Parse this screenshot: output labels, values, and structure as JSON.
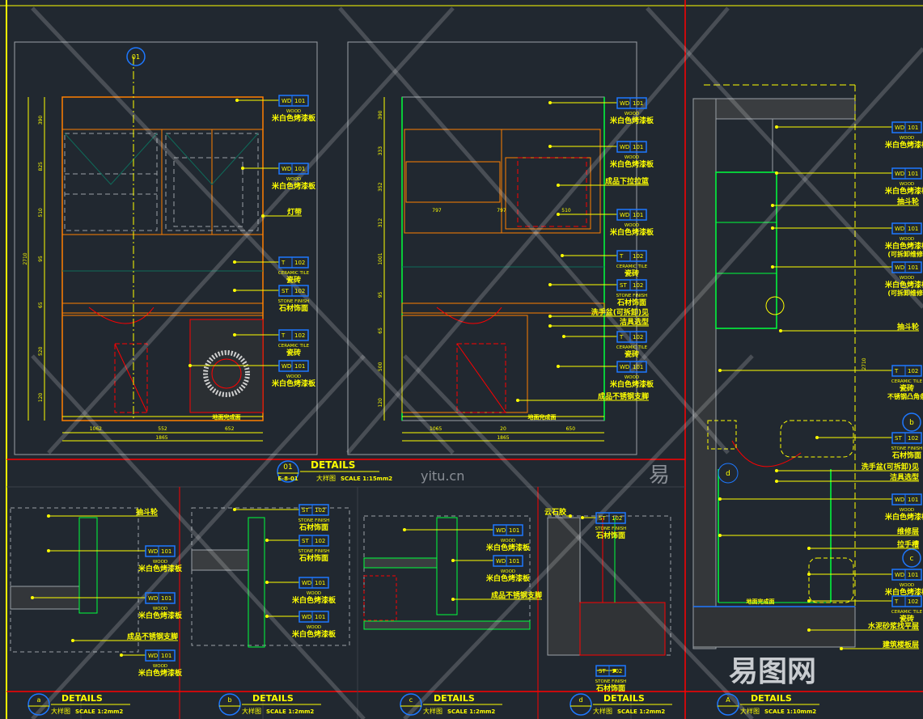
{
  "drawing": {
    "main_title": {
      "number": "01",
      "sheet": "E-8-01",
      "title": "DETAILS",
      "subtitle": "大样图",
      "scale": "SCALE 1:15mm2"
    },
    "details": [
      {
        "id": "a",
        "title": "DETAILS",
        "subtitle": "大样图",
        "scale": "SCALE 1:2mm2"
      },
      {
        "id": "b",
        "title": "DETAILS",
        "subtitle": "大样图",
        "scale": "SCALE 1:2mm2"
      },
      {
        "id": "c",
        "title": "DETAILS",
        "subtitle": "大样图",
        "scale": "SCALE 1:2mm2"
      },
      {
        "id": "d",
        "title": "DETAILS",
        "subtitle": "大样图",
        "scale": "SCALE 1:2mm2"
      },
      {
        "id": "A",
        "title": "DETAILS",
        "subtitle": "大样图",
        "scale": "SCALE 1:10mm2"
      }
    ],
    "materials": {
      "wood": {
        "code": "WD",
        "num": "101",
        "en": "WOOD",
        "cn": "米白色烤漆板"
      },
      "tile": {
        "code": "T",
        "num": "102",
        "en": "CERAMIC TILE",
        "cn": "瓷砖"
      },
      "stone": {
        "code": "ST",
        "num": "102",
        "en": "STONE FINISH",
        "cn": "石材饰面"
      }
    },
    "notes": {
      "light": "灯带",
      "basket": "成品下拉拉篮",
      "basin": "洗手盆(可拆卸)见",
      "basin2": "洁具选型",
      "leg": "成品不锈钢支脚",
      "handle": "拉手槽",
      "hinge": "抽斗轮",
      "removable": "(可拆卸维修)",
      "trim": "不锈钢凸角条",
      "board": "维修层",
      "screed": "水泥砂浆找平层",
      "slab": "建筑楼板层",
      "glue": "云石胶",
      "floor": "地面完成面",
      "edge": "成品不锈钢支脚",
      "bottom_cn": "米白色烤漆板"
    },
    "dims": {
      "e1_left": [
        "390",
        "825",
        "510",
        "95",
        "65",
        "520",
        "120"
      ],
      "e1_bottom": [
        "1062",
        "552",
        "652",
        "1865"
      ],
      "e1_height": "2710",
      "e2_left": [
        "390",
        "333",
        "352",
        "312",
        "1001",
        "95",
        "65",
        "500",
        "120"
      ],
      "e2_bottom": [
        "1065",
        "20",
        "650",
        "1865"
      ],
      "e2_inner": [
        "797",
        "797",
        "510"
      ],
      "a_height": "2710",
      "floor_label": "地面完成面"
    },
    "callout_levels": {
      "c1": "01",
      "sec_b": "b",
      "sec_c": "c",
      "sec_d": "d"
    },
    "watermark": {
      "glyph": "易",
      "site": "yitu.cn",
      "logo": "易图网"
    },
    "colors": {
      "bg": "#212830",
      "yellow": "#ffff00",
      "red": "#ff0000",
      "orange": "#ff7f00",
      "green": "#00ff3c",
      "blue": "#1e78ff",
      "frame": "#9aa0a6"
    }
  }
}
